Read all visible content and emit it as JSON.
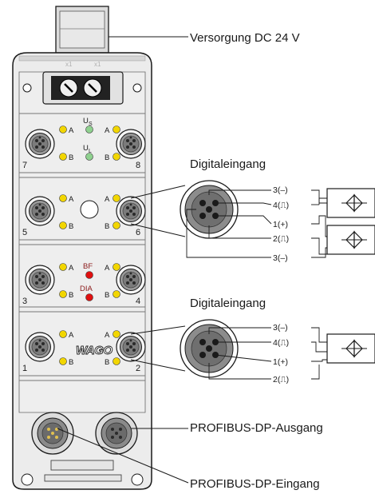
{
  "labels": {
    "supply": "Versorgung DC 24 V",
    "digital_input_upper": "Digitaleingang",
    "digital_input_lower": "Digitaleingang",
    "profibus_out": "PROFIBUS-DP-Ausgang",
    "profibus_in": "PROFIBUS-DP-Eingang"
  },
  "switch_labels": [
    "x1",
    "x1"
  ],
  "status_labels": {
    "us": "U",
    "us_sub": "S",
    "ul": "U",
    "ul_sub": "L",
    "bf": "BF",
    "dia": "DIA"
  },
  "port_numbers": [
    "7",
    "8",
    "5",
    "6",
    "3",
    "4",
    "1",
    "2"
  ],
  "channel_letters": {
    "a": "A",
    "b": "B"
  },
  "brand": "WAGO",
  "pins_upper": [
    "3(–)",
    "4(⎍)",
    "1(+)",
    "2(⎍)",
    "3(–)"
  ],
  "pins_lower": [
    "3(–)",
    "4(⎍)",
    "1(+)",
    "2(⎍)"
  ],
  "colors": {
    "housing": "#e9e9e9",
    "outline": "#1a1a1a",
    "led_yellow": "#f2d600",
    "led_green": "#8fd18f",
    "led_red": "#e01010",
    "connector_gray": "#8c8c8c",
    "connector_dark": "#555555"
  }
}
